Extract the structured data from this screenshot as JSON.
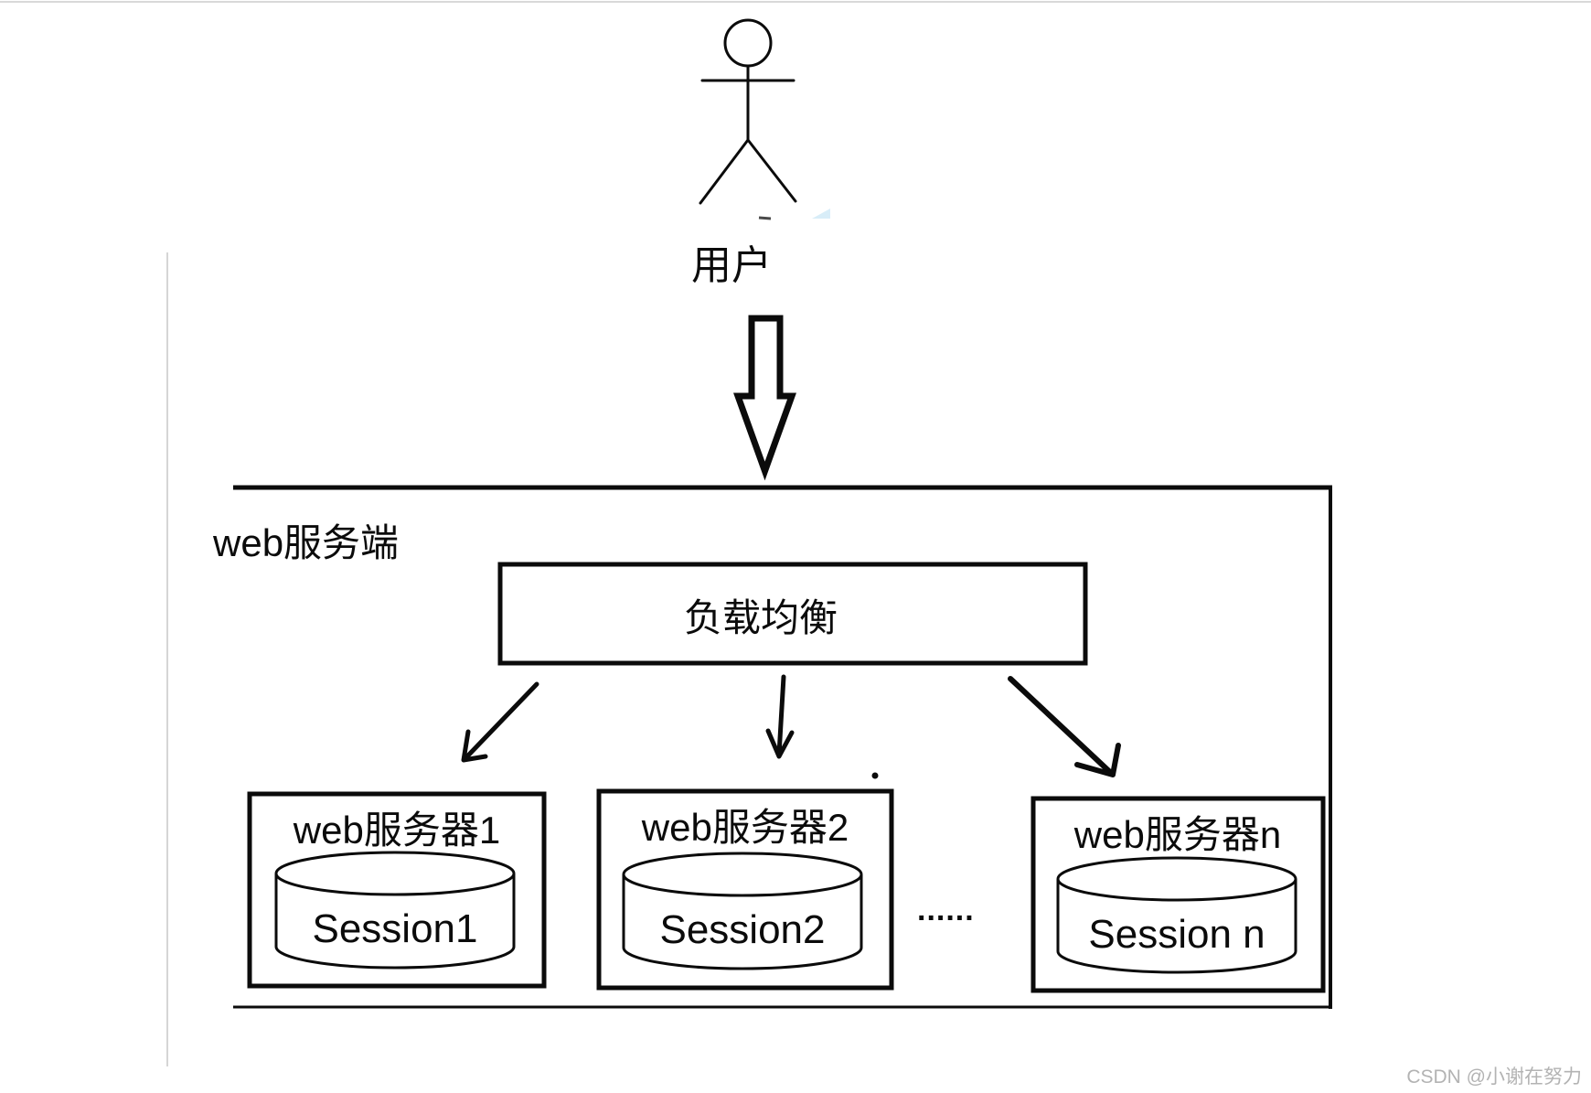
{
  "diagram": {
    "actor": {
      "label": "用户"
    },
    "server_side": {
      "label": "web服务端"
    },
    "load_balancer": {
      "label": "负载均衡"
    },
    "servers": [
      {
        "name": "web服务器1",
        "session": "Session1"
      },
      {
        "name": "web服务器2",
        "session": "Session2"
      },
      {
        "name": "web服务器n",
        "session": "Session n"
      }
    ],
    "ellipsis": "......",
    "watermark": "CSDN @小谢在努力"
  },
  "colors": {
    "stroke": "#0b0b0b",
    "watermark_gray": "#b3b3b3",
    "page_guide_gray": "#d6d6d6",
    "artifact_blue": "#d8edf8"
  }
}
